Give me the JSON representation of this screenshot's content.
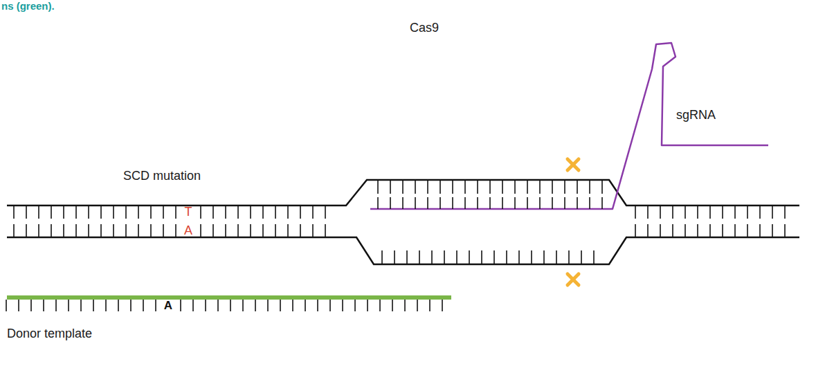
{
  "diagram": {
    "nodes": [
      {
        "text": [
          "Cas9",
          "sgRNA"
        ]
      }
    ],
    "labels": [
      "ns (green).",
      "SCD mutation",
      "T",
      "A",
      "A",
      "Donor template"
    ]
  }
}
